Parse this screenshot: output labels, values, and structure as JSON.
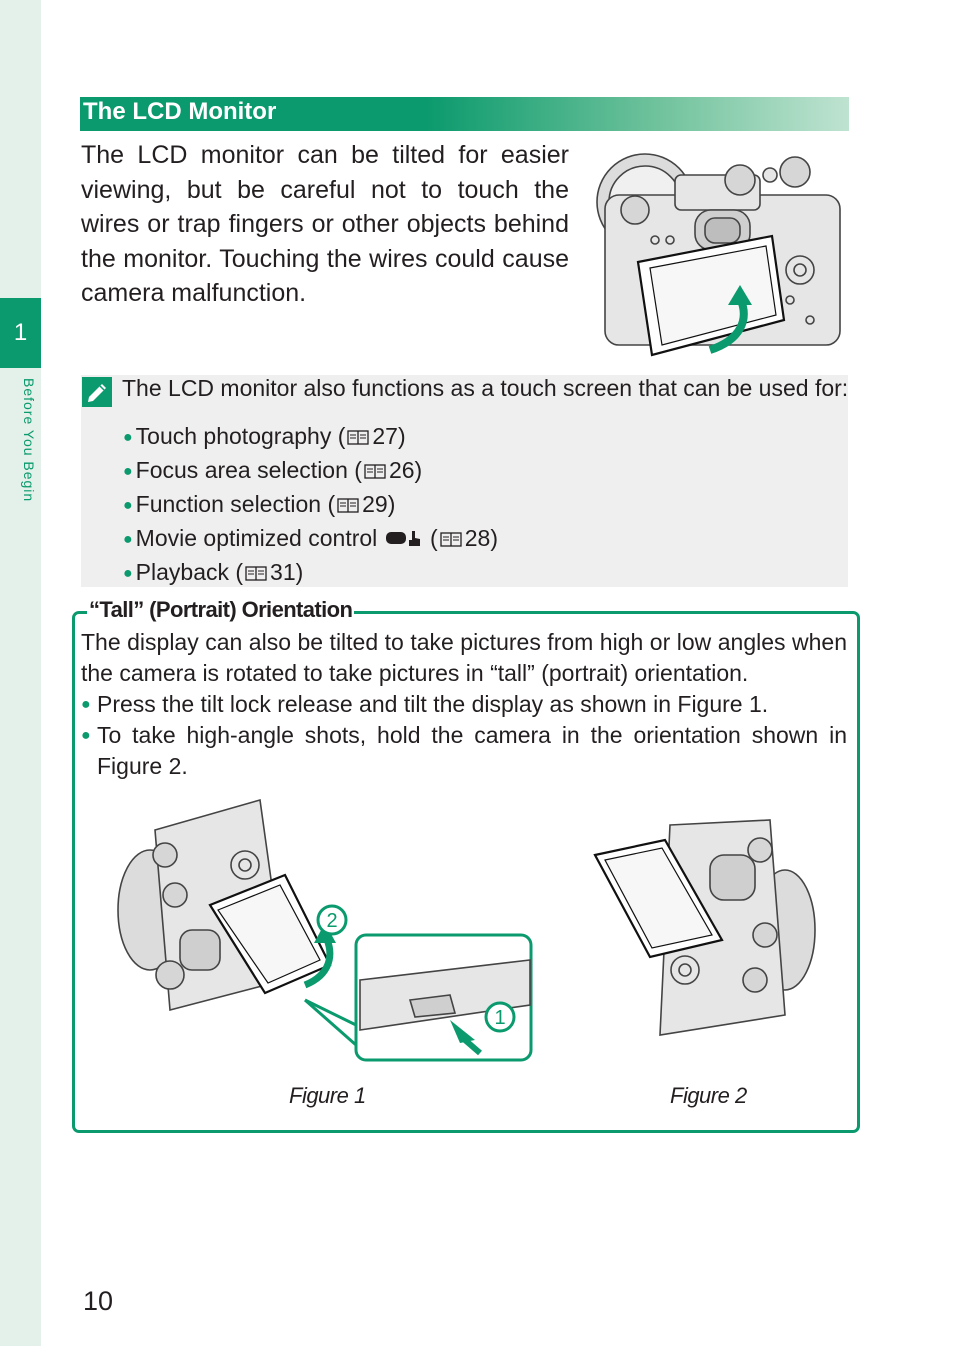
{
  "sidebar": {
    "chapter_number": "1",
    "chapter_label": "Before You Begin"
  },
  "section": {
    "heading": "The LCD Monitor",
    "intro": "The LCD monitor can be tilted for easier viewing, but be careful not to touch the wires or trap fingers or other objects behind the monitor. Touching the wires could cause camera malfunction."
  },
  "note": {
    "icon": "pencil-note-icon",
    "text": "The LCD monitor also functions as a touch screen that can be used for:",
    "items": [
      {
        "label": "Touch photography (",
        "page": "27)"
      },
      {
        "label": "Focus area selection (",
        "page": "26)"
      },
      {
        "label": "Function selection (",
        "page": "29)"
      },
      {
        "label": "Movie optimized control",
        "page": "28)"
      },
      {
        "label": "Playback (",
        "page": "31)"
      }
    ]
  },
  "tall": {
    "title": "“Tall” (Portrait) Orientation",
    "text": "The display can also be tilted to take pictures from high or low angles when the camera is rotated to take pictures in “tall” (portrait) orientation.",
    "bullets": [
      "Press the tilt lock release and tilt the display as shown in Figure 1.",
      "To take high-angle shots, hold the camera in the orientation shown in Figure 2."
    ],
    "figure1_caption": "Figure 1",
    "figure2_caption": "Figure 2",
    "step1": "1",
    "step2": "2"
  },
  "page_number": "10",
  "colors": {
    "accent": "#0b9a6d",
    "sidebar_bg": "#e3f1ea",
    "note_bg": "#efefef"
  }
}
